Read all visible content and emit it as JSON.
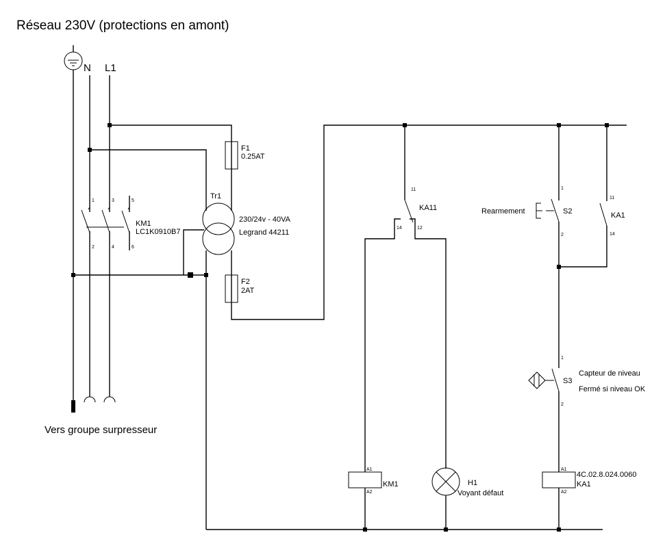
{
  "title": "Réseau 230V (protections en amont)",
  "supply": {
    "earth_symbol": "earth-icon",
    "neutral_label": "N",
    "phase_label": "L1"
  },
  "output_label": "Vers groupe surpresseur",
  "components": {
    "km1_contacts": {
      "ref": "KM1",
      "part": "LC1K0910B7",
      "pins": [
        "1",
        "2",
        "3",
        "4",
        "5",
        "6"
      ]
    },
    "f1": {
      "ref": "F1",
      "rating": "0.25AT"
    },
    "f2": {
      "ref": "F2",
      "rating": "2AT"
    },
    "tr1": {
      "ref": "Tr1",
      "spec": "230/24v - 40VA",
      "part": "Legrand 44211"
    },
    "ka11": {
      "ref": "KA11",
      "pins": [
        "11",
        "14",
        "12"
      ]
    },
    "s2": {
      "ref": "S2",
      "label": "Rearmement",
      "pins": [
        "1",
        "2"
      ]
    },
    "ka1_contact": {
      "ref": "KA1",
      "pins": [
        "11",
        "14"
      ]
    },
    "s3": {
      "ref": "S3",
      "line1": "Capteur de niveau",
      "line2": "Fermé si niveau OK",
      "pins": [
        "1",
        "2"
      ]
    },
    "km1_coil": {
      "ref": "KM1",
      "pins": [
        "A1",
        "A2"
      ]
    },
    "h1": {
      "ref": "H1",
      "label": "Voyant défaut"
    },
    "ka1_coil": {
      "ref": "KA1",
      "part": "4C.02.8.024.0060",
      "pins": [
        "A1",
        "A2"
      ]
    }
  }
}
